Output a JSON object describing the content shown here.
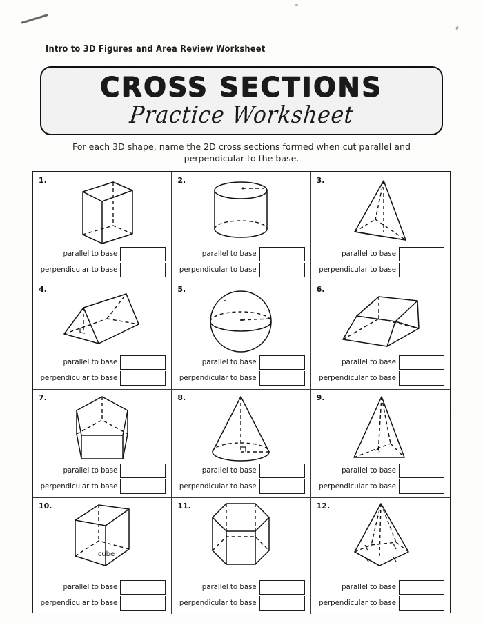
{
  "header": {
    "topline": "Intro to 3D Figures and Area Review Worksheet",
    "title_main": "CROSS SECTIONS",
    "title_sub": "Practice Worksheet",
    "instructions": "For each 3D shape, name the 2D cross sections formed when cut parallel and perpendicular to the base."
  },
  "labels": {
    "parallel": "parallel to base",
    "perpendicular": "perpendicular to base"
  },
  "problems": [
    {
      "number": "1.",
      "shape": "rectangular-prism",
      "answer_parallel": "",
      "answer_perpendicular": ""
    },
    {
      "number": "2.",
      "shape": "cylinder",
      "answer_parallel": "",
      "answer_perpendicular": ""
    },
    {
      "number": "3.",
      "shape": "rectangular-pyramid",
      "answer_parallel": "",
      "answer_perpendicular": ""
    },
    {
      "number": "4.",
      "shape": "triangular-prism",
      "answer_parallel": "",
      "answer_perpendicular": ""
    },
    {
      "number": "5.",
      "shape": "sphere",
      "answer_parallel": "",
      "answer_perpendicular": ""
    },
    {
      "number": "6.",
      "shape": "trapezoidal-prism",
      "answer_parallel": "",
      "answer_perpendicular": ""
    },
    {
      "number": "7.",
      "shape": "pentagonal-prism",
      "answer_parallel": "",
      "answer_perpendicular": ""
    },
    {
      "number": "8.",
      "shape": "cone",
      "answer_parallel": "",
      "answer_perpendicular": ""
    },
    {
      "number": "9.",
      "shape": "triangular-pyramid",
      "answer_parallel": "",
      "answer_perpendicular": ""
    },
    {
      "number": "10.",
      "shape": "cube",
      "figure_label": "cube",
      "answer_parallel": "",
      "answer_perpendicular": ""
    },
    {
      "number": "11.",
      "shape": "hexagonal-prism",
      "answer_parallel": "",
      "answer_perpendicular": ""
    },
    {
      "number": "12.",
      "shape": "hexagonal-pyramid",
      "answer_parallel": "",
      "answer_perpendicular": ""
    }
  ],
  "colors": {
    "ink": "#141414",
    "paper": "#fdfdfc",
    "banner_fill": "#f2f2f2",
    "grid_border": "#1d1d1d"
  }
}
